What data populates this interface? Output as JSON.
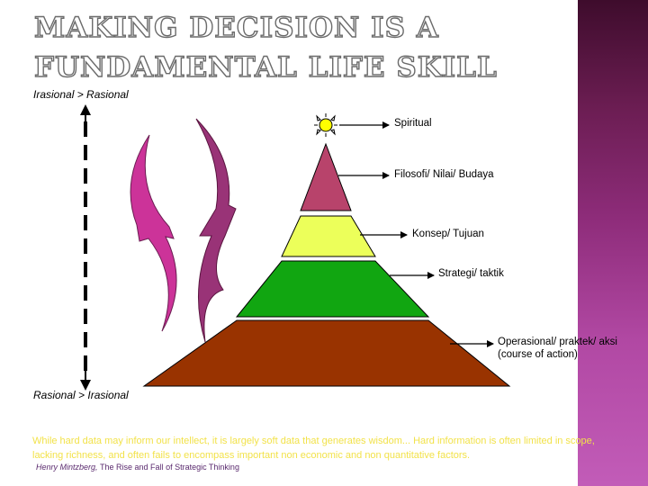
{
  "title": {
    "line1": "MAKING DECISION IS A",
    "line2": "FUNDAMENTAL LIFE SKILL"
  },
  "axis": {
    "top_label": "Irasional > Rasional",
    "bottom_label": "Rasional > Irasional"
  },
  "pyramid_levels": [
    {
      "label": "Spiritual",
      "color": "#ffff00"
    },
    {
      "label": "Filosofi/ Nilai/ Budaya",
      "color": "#b8436b"
    },
    {
      "label": "Konsep/ Tujuan",
      "color": "#ecff5a"
    },
    {
      "label": "Strategi/ taktik",
      "color": "#11a611"
    },
    {
      "label": "Operasional/ praktek/ aksi",
      "label_line2": "(course of action)",
      "color": "#993300"
    }
  ],
  "cycle_arrow_colors": {
    "left": "#cc3399",
    "right": "#993377"
  },
  "quote": "While hard data may inform our intellect, it is largely soft data that generates wisdom... Hard information is often limited in scope, lacking richness, and often fails to encompass important non economic and non quantitative factors.",
  "citation": {
    "author": "Henry Mintzberg, ",
    "work": "The Rise and Fall of Strategic Thinking"
  },
  "colors": {
    "side_strip": "#8e2c7a",
    "quote_text": "#f2e24a",
    "citation_text": "#5a2a6e"
  }
}
